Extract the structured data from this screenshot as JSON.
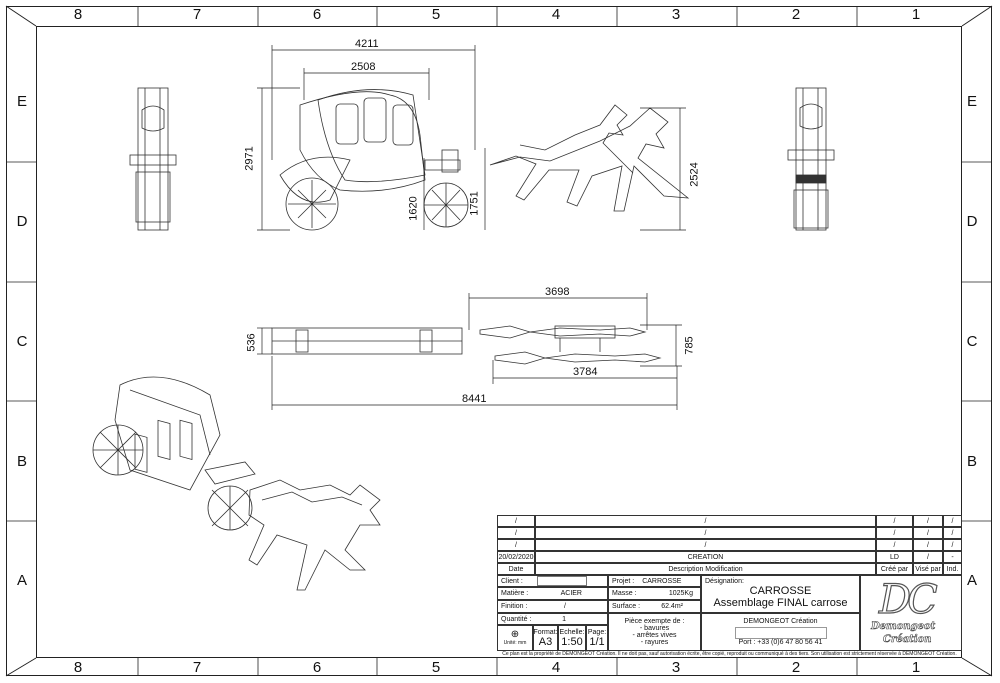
{
  "zones": {
    "columns": [
      "8",
      "7",
      "6",
      "5",
      "4",
      "3",
      "2",
      "1"
    ],
    "rows": [
      "E",
      "D",
      "C",
      "B",
      "A"
    ]
  },
  "dimensions": {
    "overall_length_side": "4211",
    "body_length": "2508",
    "carriage_height": "2971",
    "front_wheel_height": "1620",
    "horse_height_small": "1751",
    "horse_height": "2524",
    "top_horse_length": "3698",
    "carriage_width": "536",
    "horse_width": "785",
    "horse_length_lower": "3784",
    "overall_length_top": "8441"
  },
  "revisions": {
    "blank_rows": [
      [
        "/",
        "/",
        "/",
        "/",
        "/"
      ],
      [
        "/",
        "/",
        "/",
        "/",
        "/"
      ],
      [
        "/",
        "/",
        "/",
        "/",
        "/"
      ]
    ],
    "row": {
      "date": "20/02/2020",
      "description": "CREATION",
      "created_by": "LD",
      "checked_by": "/",
      "index": "-"
    },
    "headers": {
      "date": "Date",
      "description": "Description Modification",
      "created_by": "Créé par",
      "checked_by": "Visé par",
      "index": "Ind."
    }
  },
  "title_block": {
    "client_label": "Client :",
    "client_value": "",
    "matiere_label": "Matière :",
    "matiere_value": "ACIER",
    "finition_label": "Finition :",
    "finition_value": "/",
    "quantite_label": "Quantité :",
    "quantite_value": "1",
    "projet_label": "Projet :",
    "projet_value": "CARROSSE",
    "masse_label": "Masse :",
    "masse_value": "1025Kg",
    "surface_label": "Surface :",
    "surface_value": "62.4m²",
    "format_label": "Format:",
    "format_value": "A3",
    "echelle_label": "Echelle:",
    "echelle_value": "1:50",
    "page_label": "Page:",
    "page_value": "1/1",
    "unit_label": "Unité: mm",
    "piece_line1": "Pièce exempte de :",
    "piece_line2": "- bavures",
    "piece_line3": "- arrêtes vives",
    "piece_line4": "- rayures",
    "designation_label": "Désignation:",
    "designation_line1": "CARROSSE",
    "designation_line2": "Assemblage FINAL carrose",
    "company": "DEMONGEOT Création",
    "phone": "Port : +33 (0)6 47 80 56 41"
  },
  "logo": {
    "initials": "DC",
    "line1": "Demongeot",
    "line2": "Création"
  },
  "footer": "Ce plan est la propriété de DEMONGEOT Création. Il ne doit pas, sauf autorisation écrite, être copié, reproduit ou communiqué à des tiers. Son utilisation est strictement réservée à DEMONGEOT Création."
}
